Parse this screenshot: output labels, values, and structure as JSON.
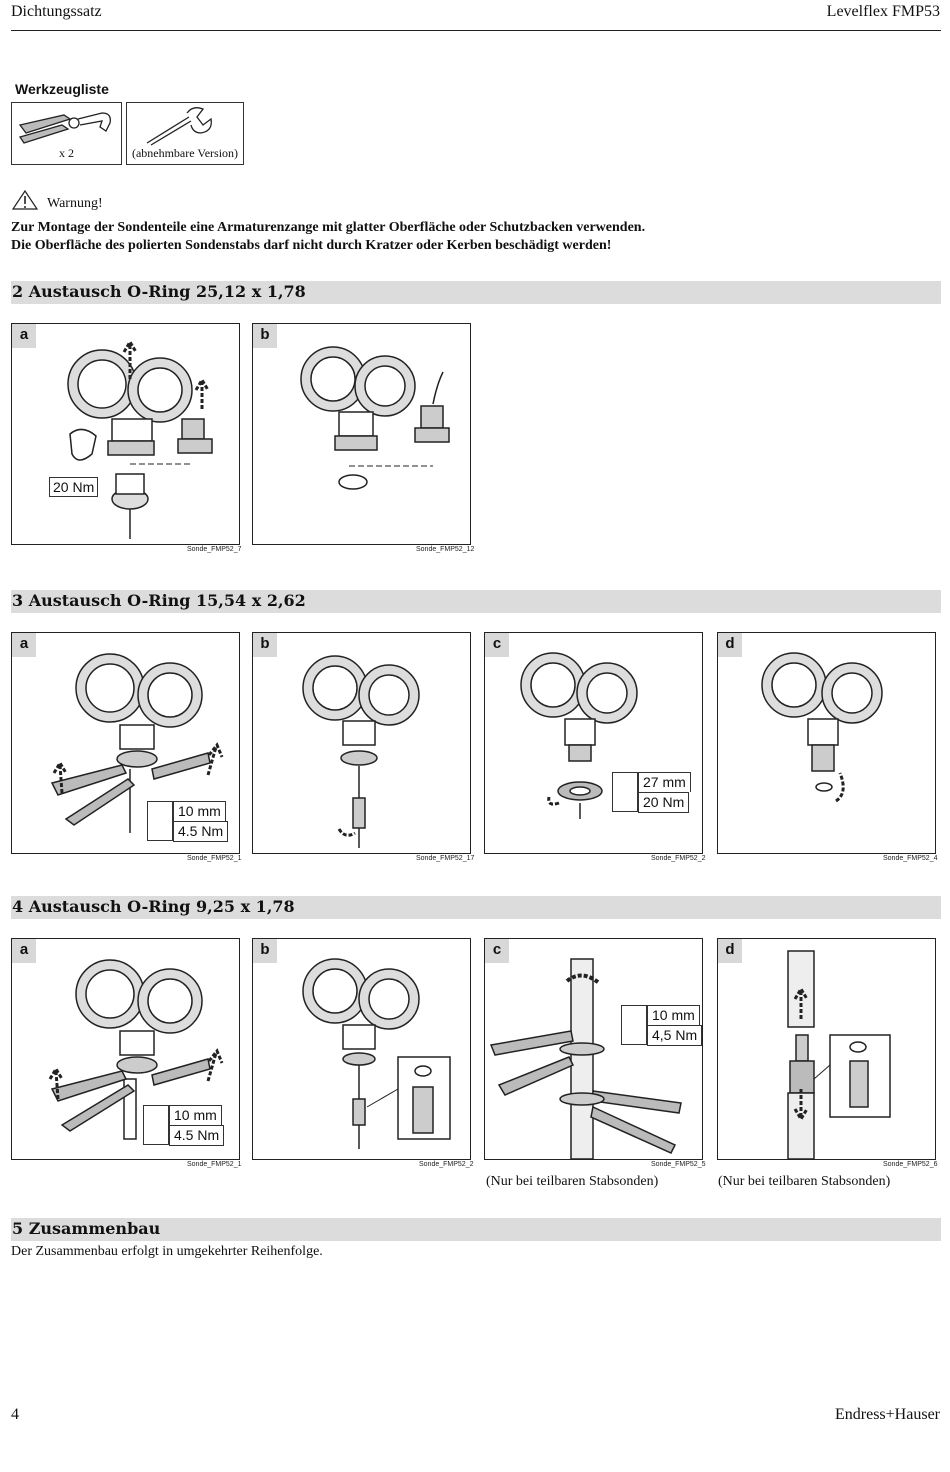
{
  "header": {
    "left": "Dichtungssatz",
    "right": "Levelflex FMP53"
  },
  "tools": {
    "title": "Werkzeugliste",
    "items": [
      {
        "caption": "x 2",
        "icon": "pliers-icon"
      },
      {
        "caption": "(abnehmbare Version)",
        "icon": "wrench-icon"
      }
    ]
  },
  "warning": {
    "label": "Warnung!",
    "line1": "Zur Montage der Sondenteile eine Armaturenzange mit glatter Oberfläche oder Schutzbacken verwenden.",
    "line2": "Die Oberfläche des polierten Sondenstabs darf nicht durch Kratzer oder Kerben beschädigt werden!"
  },
  "sections": [
    {
      "title": "2   Austausch O-Ring 25,12 x 1,78",
      "panels": [
        {
          "label": "a",
          "code": "Sonde_FMP52_7",
          "torque": "20 Nm"
        },
        {
          "label": "b",
          "code": "Sonde_FMP52_12"
        }
      ]
    },
    {
      "title": "3   Austausch O-Ring 15,54 x 2,62",
      "panels": [
        {
          "label": "a",
          "code": "Sonde_FMP52_1",
          "spec1": "10 mm",
          "spec2": "4.5 Nm"
        },
        {
          "label": "b",
          "code": "Sonde_FMP52_17"
        },
        {
          "label": "c",
          "code": "Sonde_FMP52_2",
          "spec1": "27 mm",
          "spec2": "20 Nm"
        },
        {
          "label": "d",
          "code": "Sonde_FMP52_4"
        }
      ]
    },
    {
      "title": "4   Austausch O-Ring 9,25 x 1,78",
      "panels": [
        {
          "label": "a",
          "code": "Sonde_FMP52_1",
          "spec1": "10 mm",
          "spec2": "4.5 Nm"
        },
        {
          "label": "b",
          "code": "Sonde_FMP52_2"
        },
        {
          "label": "c",
          "code": "Sonde_FMP52_5",
          "spec1": "10 mm",
          "spec2": "4,5 Nm",
          "note": "(Nur bei teilbaren Stabsonden)"
        },
        {
          "label": "d",
          "code": "Sonde_FMP52_6",
          "note": "(Nur bei teilbaren Stabsonden)"
        }
      ]
    },
    {
      "title": "5   Zusammenbau",
      "text": "Der Zusammenbau erfolgt in umgekehrter Reihenfolge."
    }
  ],
  "footer": {
    "page": "4",
    "brand": "Endress+Hauser"
  }
}
